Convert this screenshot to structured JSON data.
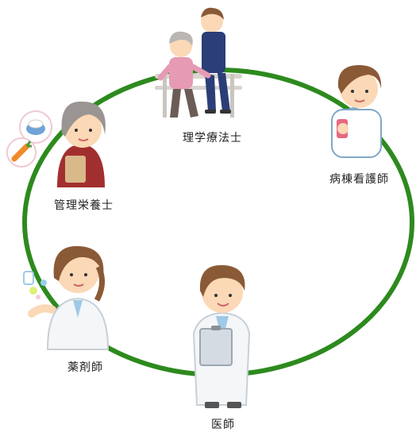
{
  "colors": {
    "ring": "#2d8a1e",
    "skin": "#fbd8b6",
    "white_coat": "#f4f6f8",
    "scrubs_navy": "#2c3e78",
    "pink_top": "#e69ab3",
    "dietitian_red": "#a22f2f",
    "hair_brown": "#8a5a36",
    "hair_grey": "#b9b6b3"
  },
  "roles": {
    "physical_therapist": "理学療法士",
    "ward_nurse": "病棟看護師",
    "dietitian": "管理栄養士",
    "pharmacist": "薬剤師",
    "doctor": "医師"
  },
  "icons": {
    "physical_therapist": "therapist-with-elderly-patient-icon",
    "ward_nurse": "nurse-icon",
    "dietitian": "dietitian-with-food-icon",
    "pharmacist": "pharmacist-with-pills-icon",
    "doctor": "doctor-with-clipboard-icon"
  }
}
